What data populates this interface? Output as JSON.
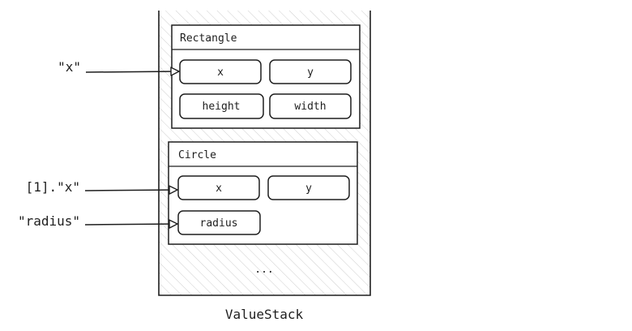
{
  "stack_label": "ValueStack",
  "ellipsis": "...",
  "structs": [
    {
      "name": "Rectangle",
      "fields": [
        "x",
        "y",
        "height",
        "width"
      ]
    },
    {
      "name": "Circle",
      "fields": [
        "x",
        "y",
        "radius"
      ]
    }
  ],
  "pointers": [
    {
      "label": "\"x\"",
      "target": "Rectangle.x"
    },
    {
      "label": "[1].\"x\"",
      "target": "Circle.x"
    },
    {
      "label": "\"radius\"",
      "target": "Circle.radius"
    }
  ],
  "colors": {
    "stroke": "#1e1e1e",
    "hatch": "#c8c8c8",
    "background": "#ffffff"
  }
}
